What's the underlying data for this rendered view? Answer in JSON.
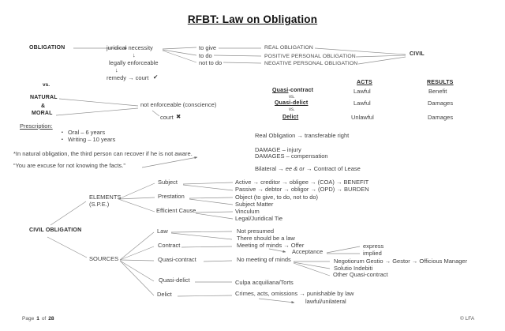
{
  "title": "RFBT: Law on Obligation",
  "top": {
    "obligation": "OBLIGATION",
    "juridical_necessity": "juridical necessity",
    "down_arrow": "↓",
    "legally_enforceable": "legally enforceable",
    "remedy_court": "remedy → court",
    "check": "✔",
    "vs": "vs.",
    "to_give": "to give",
    "to_do": "to do",
    "not_to_do": "not to do",
    "real_obligation": "REAL OBLIGATION",
    "positive_personal_obligation": "POSITIVE PERSONAL OBLIGATION",
    "negative_personal_obligation": "NEGATIVE PERSONAL OBLIGATION",
    "civil": "CIVIL"
  },
  "acts_table": {
    "acts_header": "ACTS",
    "results_header": "RESULTS",
    "vs": "vs.",
    "rows": [
      {
        "term_underlined": "Quasi",
        "term_rest": "-contract",
        "act": "Lawful",
        "result": "Benefit"
      },
      {
        "term_underlined": "Quasi-delict",
        "term_rest": "",
        "act": "Lawful",
        "result": "Damages"
      },
      {
        "term_underlined": "Delict",
        "term_rest": "",
        "act": "Unlawful",
        "result": "Damages"
      }
    ]
  },
  "natural_moral": {
    "natural": "NATURAL",
    "ampersand": "&",
    "moral": "MORAL",
    "not_enforceable": "not enforceable (conscience)",
    "court": "court",
    "cross": "✖"
  },
  "prescription": {
    "heading": "Prescription:",
    "bullet": "▪",
    "items": [
      "Oral – 6 years",
      "Writing – 10 years"
    ]
  },
  "notes": {
    "natural_obligation_note": "*In natural obligation, the third person can recover if he is not aware.",
    "excuse_quote": "“You are excuse for not knowing the facts.”",
    "real_obligation": "Real Obligation → transferable right",
    "damage": "DAMAGE – injury",
    "damages": "DAMAGES – compensation",
    "bilateral_prefix": "Bilateral → ",
    "bilateral_mid": "ee & or",
    "bilateral_suffix": " → Contract of Lease"
  },
  "elements": {
    "heading": "ELEMENTS",
    "subheading": "(S.P.E.)",
    "subject": "Subject",
    "prestation": "Prestation",
    "efficient_cause": "Efficient Cause",
    "active": "Active → creditor → obligee → (COA) → BENEFIT",
    "passive": "Passive → debtor → obligor → (OPD) → BURDEN",
    "object": "Object (to give, to do, not to do)",
    "subject_matter": "Subject Matter",
    "vinculum": "Vinculum",
    "legal_tie": "Legal/Juridical Tie"
  },
  "civil_obligation": {
    "heading": "CIVIL OBLIGATION",
    "sources_heading": "SOURCES",
    "law": "Law",
    "contract": "Contract",
    "quasi_contract": "Quasi-contract",
    "quasi_delict": "Quasi-delict",
    "delict": "Delict",
    "not_presumed": "Not presumed",
    "there_should_be_a_law": "There should be a law",
    "meeting_of_minds": "Meeting of minds → Offer",
    "acceptance": "Acceptance",
    "express": "express",
    "implied": "implied",
    "no_meeting_of_minds": "No meeting of minds",
    "negotiorum_gestio": "Negotiorum Gestio → Gestor → Officious Manager",
    "solutio_indebiti": "Solutio Indebiti",
    "other_quasi_contract": "Other Quasi-contract",
    "culpa": "Culpa acquiliana/Torts",
    "crimes": "Crimes, acts, omissions → punishable by law",
    "lawful_unilateral": "lawful/unilateral"
  },
  "footer": {
    "page_word": "Page",
    "page_number": "1",
    "of_word": "of",
    "total_pages": "28",
    "copyright": "© LFA"
  }
}
